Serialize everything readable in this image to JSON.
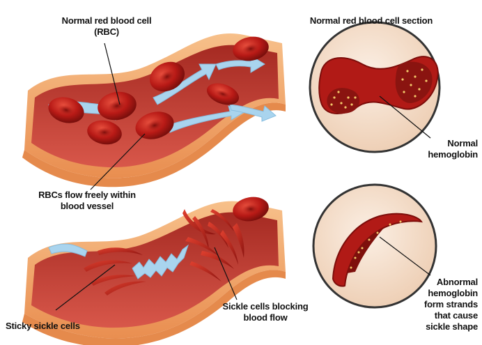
{
  "labels": {
    "normal_rbc_line1": "Normal red blood cell",
    "normal_rbc_line2": "(RBC)",
    "normal_section": "Normal red blood cell section",
    "normal_hemoglobin_line1": "Normal",
    "normal_hemoglobin_line2": "hemoglobin",
    "flow_freely_line1": "RBCs flow freely within",
    "flow_freely_line2": "blood vessel",
    "sticky_sickle": "Sticky sickle cells",
    "blocking_line1": "Sickle cells blocking",
    "blocking_line2": "blood flow",
    "abnormal_line1": "Abnormal",
    "abnormal_line2": "hemoglobin",
    "abnormal_line3": "form strands",
    "abnormal_line4": "that cause",
    "abnormal_line5": "sickle shape"
  },
  "colors": {
    "vessel_wall": "#f0a86a",
    "vessel_inner": "#c9362f",
    "vessel_dark": "#8e1c17",
    "flow_arrow": "#a9d4ee",
    "cell_red": "#c3201c",
    "cell_highlight": "#e04a3a",
    "section_bg": "#f3dcc8",
    "hemoglobin_dot": "#f2c96a"
  }
}
